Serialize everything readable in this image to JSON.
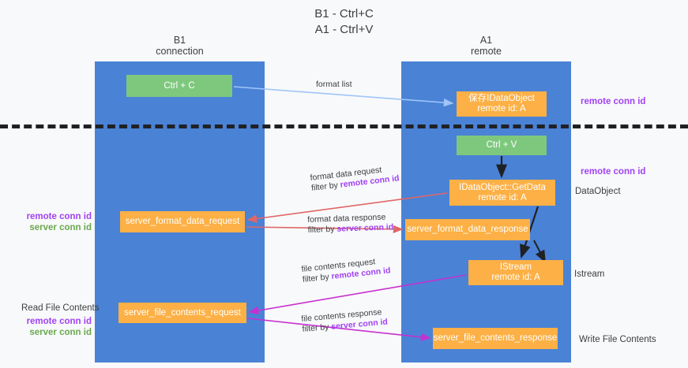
{
  "title": {
    "line1": "B1 - Ctrl+C",
    "line2": "A1 - Ctrl+V"
  },
  "lanes": [
    {
      "id": "b1",
      "name": "B1",
      "role": "connection"
    },
    {
      "id": "a1",
      "name": "A1",
      "role": "remote"
    }
  ],
  "boxes": {
    "ctrl_c": {
      "line1": "Ctrl + C",
      "line2": "",
      "color": "#7ec87e"
    },
    "idataobject": {
      "line1": "保存IDataObject",
      "line2": "remote id: A",
      "color": "#fcb045"
    },
    "ctrl_v": {
      "line1": "Ctrl + V",
      "line2": "",
      "color": "#7ec87e"
    },
    "getdata": {
      "line1": "IDataObject::GetData",
      "line2": "remote id: A",
      "color": "#fcb045"
    },
    "sfd_request": {
      "line1": "server_format_data_request",
      "line2": "",
      "color": "#fcb045"
    },
    "sfd_response": {
      "line1": "server_format_data_response",
      "line2": "",
      "color": "#fcb045"
    },
    "istream": {
      "line1": "IStream",
      "line2": "remote id: A",
      "color": "#fcb045"
    },
    "sfc_request": {
      "line1": "server_file_contents_request",
      "line2": "",
      "color": "#fcb045"
    },
    "sfc_response": {
      "line1": "server_file_contents_response",
      "line2": "",
      "color": "#fcb045"
    }
  },
  "edge_captions": {
    "format_list": {
      "line1": "format list",
      "line2_pre": "",
      "line2_key": ""
    },
    "format_data_request": {
      "line1": "format data request",
      "line2_pre": "filter by ",
      "line2_key": "remote conn id"
    },
    "format_data_response": {
      "line1": "format data response",
      "line2_pre": "filter by ",
      "line2_key": "server conn id"
    },
    "file_contents_request": {
      "line1": "file contents request",
      "line2_pre": "filter by ",
      "line2_key": "remote conn id"
    },
    "file_contents_response": {
      "line1": "file contents response",
      "line2_pre": "filter by ",
      "line2_key": "server conn id"
    }
  },
  "right_labels": {
    "remote_conn_id_top": "remote conn id",
    "remote_conn_id_mid": "remote conn id",
    "dataobject": "DataObject",
    "istream": "Istream",
    "write_file_contents": "Write File Contents"
  },
  "left_labels": {
    "remote_conn_id_1": "remote conn id",
    "server_conn_id_1": "server conn id",
    "read_file_contents": "Read File Contents",
    "remote_conn_id_2": "remote conn id",
    "server_conn_id_2": "server conn id"
  },
  "colors": {
    "lane": "#4a82d6",
    "green_box": "#7ec87e",
    "orange_box": "#fcb045",
    "purple_text": "#a142f4",
    "green_text": "#6aa84f",
    "divider": "#202124",
    "arrow_blue": "#9fc5f8",
    "arrow_red": "#e06666",
    "arrow_magenta": "#c72fd0",
    "arrow_black": "#202124",
    "background": "#f8f9fa"
  }
}
